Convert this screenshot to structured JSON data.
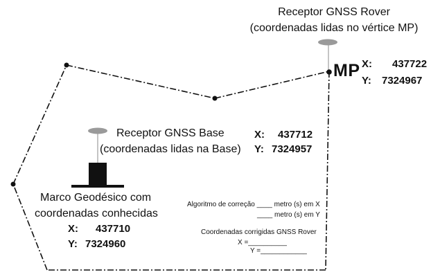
{
  "rover": {
    "title": "Receptor GNSS Rover",
    "subtitle": "(coordenadas lidas no vértice MP)"
  },
  "mp": {
    "label": "MP",
    "x_label": "X:",
    "x_value": "437722",
    "y_label": "Y:",
    "y_value": "7324967"
  },
  "base": {
    "title": "Receptor GNSS Base",
    "subtitle": "(coordenadas lidas na Base)",
    "x_label": "X:",
    "x_value": "437712",
    "y_label": "Y:",
    "y_value": "7324957"
  },
  "marco": {
    "line1": "Marco Geodésico com",
    "line2": "coordenadas conhecidas",
    "x_label": "X:",
    "x_value": "437710",
    "y_label": "Y:",
    "y_value": "7324960"
  },
  "correction": {
    "algorithm_line1": "Algoritmo de correção ____ metro (s) em X",
    "algorithm_line2": "____ metro (s) em Y",
    "corrected_title": "Coordenadas corrigidas GNSS Rover",
    "corrected_x": "X =__________",
    "corrected_y": "Y =____________"
  },
  "colors": {
    "line": "#111111",
    "antenna": "#9a9a9a",
    "pole": "#b0b0b0"
  }
}
